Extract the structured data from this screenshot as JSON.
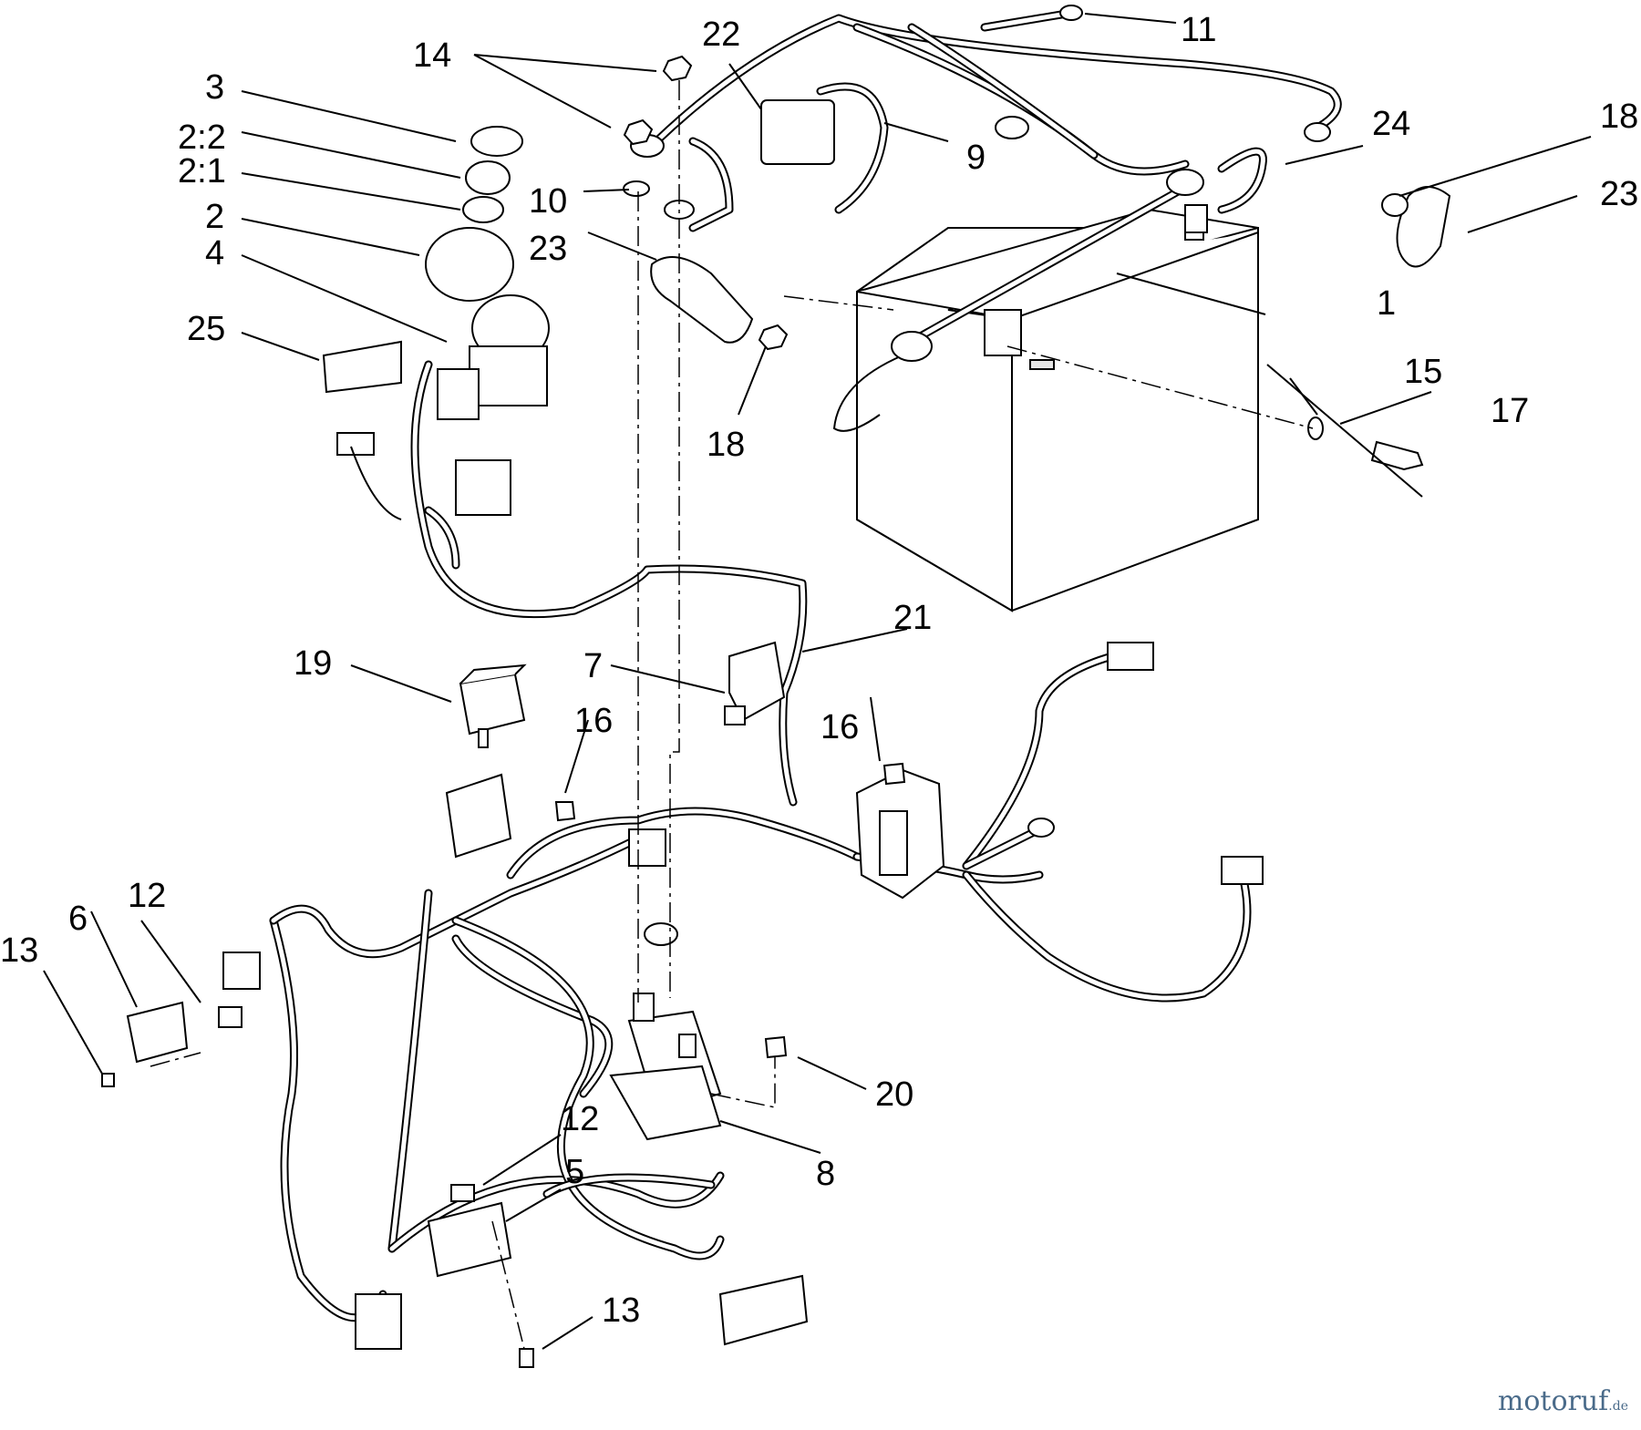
{
  "callouts": {
    "c1": "1",
    "c2": "2",
    "c2_1": "2:1",
    "c2_2": "2:2",
    "c3": "3",
    "c4": "4",
    "c5": "5",
    "c6": "6",
    "c7": "7",
    "c8": "8",
    "c9": "9",
    "c10": "10",
    "c11": "11",
    "c12a": "12",
    "c12b": "12",
    "c13a": "13",
    "c13b": "13",
    "c14": "14",
    "c15": "15",
    "c16a": "16",
    "c16b": "16",
    "c17": "17",
    "c18a": "18",
    "c18b": "18",
    "c19": "19",
    "c20": "20",
    "c21": "21",
    "c22": "22",
    "c23a": "23",
    "c23b": "23",
    "c24": "24",
    "c25": "25"
  },
  "watermark": {
    "name": "motoruf",
    "tld": ".de"
  }
}
